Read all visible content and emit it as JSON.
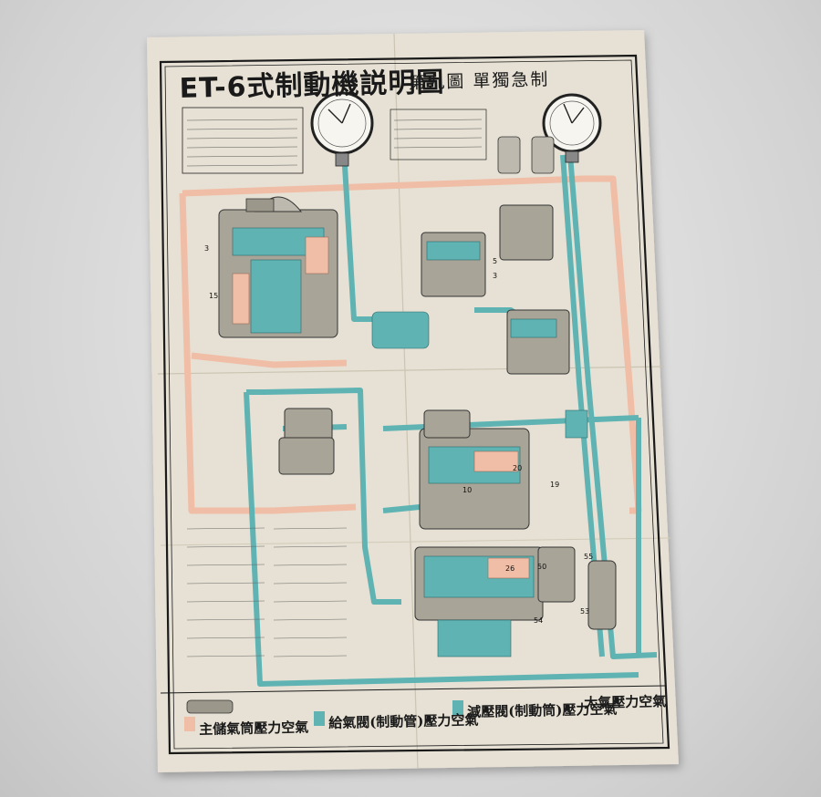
{
  "poster": {
    "title": "ET-6式制動機説明圖",
    "subtitle": "第九圖 單獨急制",
    "legend": [
      {
        "label": "主儲氣筒壓力空氣",
        "color": "#f2c7b0"
      },
      {
        "label": "給氣閥(制動管)壓力空氣",
        "color": "#5fb3b3"
      },
      {
        "label": "減壓閥(制動筒)壓力空氣",
        "color": "#5fb3b3"
      },
      {
        "label": "大氣壓力空氣",
        "color": "#f3efe4"
      }
    ],
    "part_numbers": [
      "3",
      "15",
      "3",
      "5",
      "10",
      "20",
      "19",
      "26",
      "50",
      "55",
      "53",
      "54"
    ],
    "colors": {
      "paper": "#e6e1d4",
      "teal": "#5fb3b3",
      "pink": "#f0bda6",
      "ink": "#1a1a1a"
    }
  }
}
